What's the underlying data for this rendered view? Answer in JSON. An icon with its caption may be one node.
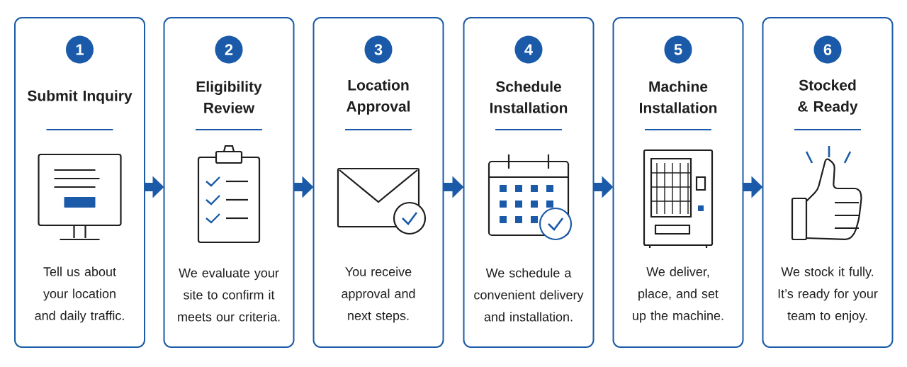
{
  "diagram": {
    "nodes": [
      {
        "text": [
          "Submit Inquiry",
          "Tell us about your location and daily traffic."
        ]
      },
      {
        "text": [
          "1"
        ],
        "in": 0
      },
      {
        "text": [
          "Eligibility Review",
          "We evaluate your site to confirm it meets our criteria."
        ]
      },
      {
        "text": [
          "2"
        ],
        "in": 2
      },
      {
        "text": [
          "Location Approval",
          "You receive approval and next steps."
        ]
      },
      {
        "text": [
          "3"
        ],
        "in": 4
      },
      {
        "text": [
          "Schedule Installation",
          "We schedule a convenient delivery and installation."
        ]
      },
      {
        "text": [
          "4"
        ],
        "in": 6
      },
      {
        "text": [
          "Machine Installation",
          "We deliver, place, and set up the machine."
        ]
      },
      {
        "text": [
          "5"
        ],
        "in": 8
      },
      {
        "text": [
          "Stocked & Ready",
          "We stock it fully. It’s ready for your team to enjoy."
        ]
      },
      {
        "text": [
          "6"
        ],
        "in": 10
      }
    ],
    "edges": [
      {
        "from": 0,
        "to": 2,
        "arrow": "to"
      },
      {
        "from": 2,
        "to": 4,
        "arrow": "to"
      },
      {
        "from": 4,
        "to": 6,
        "arrow": "to"
      },
      {
        "from": 6,
        "to": 8,
        "arrow": "to"
      },
      {
        "from": 8,
        "to": 10,
        "arrow": "to"
      }
    ]
  }
}
